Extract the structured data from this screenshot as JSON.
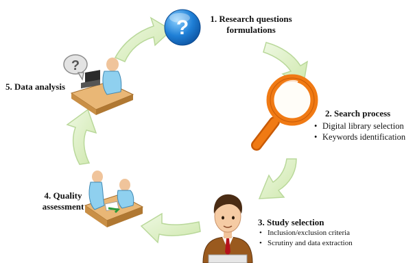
{
  "steps": {
    "s1": {
      "title_line1": "1. Research questions",
      "title_line2": "formulations"
    },
    "s2": {
      "title": "2. Search process",
      "bullets": [
        "Digital library selection",
        "Keywords identification"
      ]
    },
    "s3": {
      "title": "3. Study selection",
      "bullets": [
        "Inclusion/exclusion criteria",
        "Scrutiny and data extraction"
      ]
    },
    "s4": {
      "title_line1": "4. Quality",
      "title_line2": "assessment"
    },
    "s5": {
      "title": "5. Data analysis"
    }
  },
  "icons": {
    "question_badge_glyph": "?",
    "speech_bubble_glyph": "?"
  },
  "colors": {
    "arrow_fill": "#dcefc3",
    "arrow_stroke": "#b9d89a",
    "badge_blue": "#1f7fd6",
    "magnifier_orange": "#f07a14"
  }
}
